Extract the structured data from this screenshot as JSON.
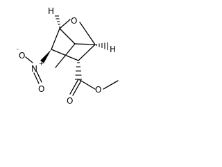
{
  "molecule": {
    "atoms": {
      "bridge_oxygen": "O",
      "nitro_nitrogen": "N",
      "nitro_o_minus": "O",
      "charge_minus": "-",
      "charge_plus": "+",
      "nitro_o_double": "O",
      "ester_carbonyl_oxygen": "O",
      "ester_oxygen": "O",
      "h_left": "H",
      "h_right": "H"
    },
    "colors": {
      "ink": "#000000",
      "background": "#ffffff"
    }
  }
}
